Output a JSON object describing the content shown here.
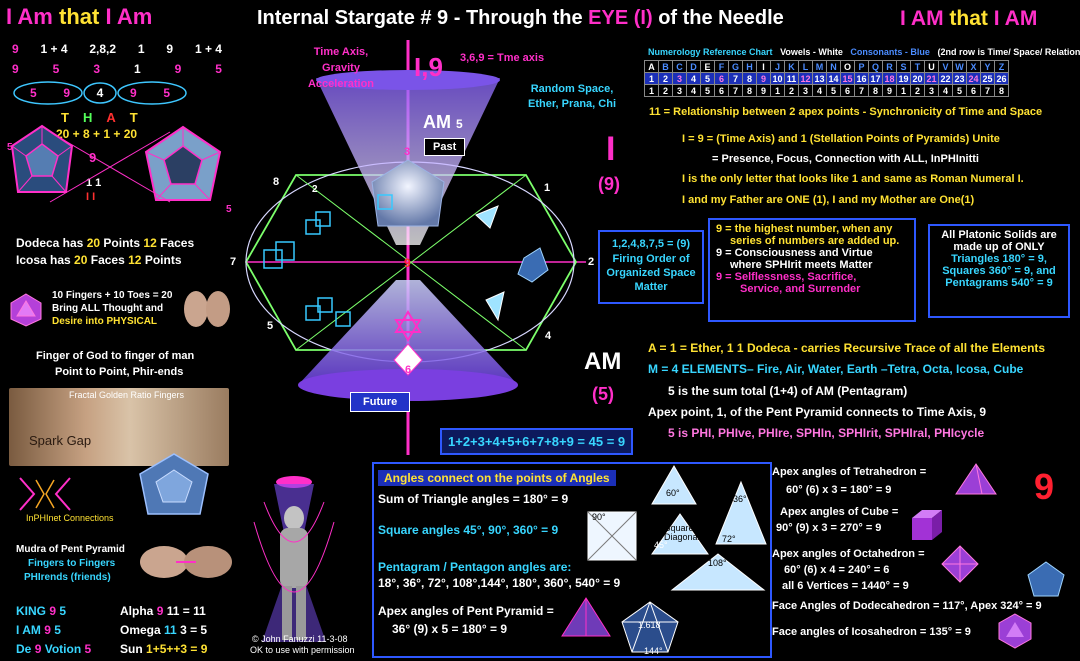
{
  "header": {
    "left_title_i": "I",
    "left_title_am": "Am",
    "left_title_that": "that",
    "left_title_i2": "I",
    "left_title_am2": "Am",
    "main_title_prefix": "Internal Stargate # 9 - Through the",
    "main_title_eye": "EYE (I)",
    "main_title_suffix": "of the Needle",
    "right_title_i": "I",
    "right_title_am": "AM",
    "right_title_that": "that",
    "right_title_i2": "I",
    "right_title_am2": "AM"
  },
  "left_column": {
    "nums_row1": [
      "9",
      "1 + 4",
      "2,8,2",
      "1",
      "9",
      "1 + 4"
    ],
    "nums_row2": [
      "9",
      "5",
      "3",
      "1",
      "9",
      "5"
    ],
    "nums_row3": [
      "5",
      "9",
      "4",
      "9",
      "5"
    ],
    "that_letters": [
      "T",
      "H",
      "A",
      "T"
    ],
    "that_sum": "20 + 8 + 1 + 20",
    "that_nine": "9",
    "that_eleven": "1 1",
    "that_roman": "I I",
    "side5_left": "5",
    "side5_right": "5",
    "dodeca_line": [
      "Dodeca has",
      "20",
      "Points",
      "12",
      "Faces"
    ],
    "icosa_line": [
      "Icosa has",
      "20",
      "Faces",
      "12",
      "Points"
    ],
    "fingers_line1": "10 Fingers + 10 Toes = 20",
    "fingers_line2": "Bring ALL Thought and",
    "fingers_line3": "Desire into PHYSICAL",
    "finger_god1": "Finger of God to finger of man",
    "finger_god2": "Point to Point, Phir-ends",
    "fractal_caption": "Fractal Golden Ratio Fingers",
    "spark_gap": "Spark Gap",
    "inphinet": "InPHInet Connections",
    "mudra1": "Mudra of Pent Pyramid",
    "mudra2": "Fingers to Fingers",
    "mudra3": "PHIrends (friends)",
    "king": [
      "KING",
      "9",
      "5"
    ],
    "iam": [
      "I AM",
      "9",
      "5"
    ],
    "devotion": [
      "De",
      "9",
      "Votion",
      "5"
    ],
    "alpha": [
      "Alpha",
      "9",
      "11 = 11"
    ],
    "omega": [
      "Omega",
      "11",
      "3 = 5"
    ],
    "sun": [
      "Sun",
      "1+5++3 = 9"
    ]
  },
  "center": {
    "time_axis_label": "Time Axis, Gravity Acceleration",
    "i9": "I,9",
    "tme_axis": "3,6,9 = Tme axis",
    "random_space": "Random Space, Ether, Prana, Chi",
    "am5": "AM",
    "am5_num": "5",
    "past": "Past",
    "future": "Future",
    "num3": "3",
    "num6": "6",
    "num9": "9",
    "num8": "8",
    "num1": "1",
    "num7": "7",
    "num5": "5",
    "num2": "2",
    "num4": "4",
    "sq2": "2",
    "big_sum": "1+2+3+4+5+6+7+8+9 = 45 = 9",
    "firing_order": "1,2,4,8,7,5 = (9)",
    "firing_text": "Firing Order of Organized Space Matter",
    "copyright1": "© John Fanuzzi 11-3-08",
    "copyright2": "OK to use with permission"
  },
  "numerology": {
    "title_ref": "Numerology Reference Chart",
    "title_vowels": "Vowels - White",
    "title_consonants": "Consonants - Blue",
    "title_row2": "(2nd row is Time/ Space/ Relations)",
    "letters": [
      "A",
      "B",
      "C",
      "D",
      "E",
      "F",
      "G",
      "H",
      "I",
      "J",
      "K",
      "L",
      "M",
      "N",
      "O",
      "P",
      "Q",
      "R",
      "S",
      "T",
      "U",
      "V",
      "W",
      "X",
      "Y",
      "Z"
    ],
    "row1": [
      "1",
      "2",
      "3",
      "4",
      "5",
      "6",
      "7",
      "8",
      "9",
      "10",
      "11",
      "12",
      "13",
      "14",
      "15",
      "16",
      "17",
      "18",
      "19",
      "20",
      "21",
      "22",
      "23",
      "24",
      "25",
      "26"
    ],
    "row2": [
      "1",
      "2",
      "3",
      "4",
      "5",
      "6",
      "7",
      "8",
      "9",
      "1",
      "2",
      "3",
      "4",
      "5",
      "6",
      "7",
      "8",
      "9",
      "1",
      "2",
      "3",
      "4",
      "5",
      "6",
      "7",
      "8"
    ],
    "relationship": "11 = Relationship between 2 apex points - Synchronicity of Time and Space"
  },
  "right": {
    "big_i": "I",
    "big_i_num": "(9)",
    "line_i9": "I = 9 = (Time Axis) and 1 (Stellation Points of Pyramids) Unite",
    "line_presence": "= Presence, Focus, Connection with ALL, InPHInitti",
    "line_only": "I is the only letter that looks like 1 and same as Roman Numeral I.",
    "line_father": "I and my Father are ONE (1),   I and my Mother are One(1)",
    "nine_box": [
      "9 = the highest number, when any",
      "series of numbers are added up.",
      "9 = Consciousness and Virtue",
      "where SPHIrit meets Matter",
      "9 = Selflessness, Sacrifice,",
      "Service, and Surrender"
    ],
    "platonic_box": [
      "All Platonic Solids are",
      "made up of ONLY",
      "Triangles 180° = 9,",
      "Squares 360° = 9, and",
      "Pentagrams 540° = 9"
    ],
    "am_big": "AM",
    "am_num": "(5)",
    "a_line": "A = 1 = Ether, 1 1  Dodeca - carries Recursive Trace of all the Elements",
    "m_line": "M = 4 ELEMENTS– Fire, Air, Water, Earth –Tetra, Octa, Icosa, Cube",
    "five_line": "5 is the sum total (1+4) of AM (Pentagram)",
    "apex_line": "Apex point, 1, of the Pent Pyramid connects to Time Axis, 9",
    "phi_line": "5 is PHI, PHIve, PHIre, SPHIn, SPHIrit, SPHIral, PHIcycle"
  },
  "angles_box": {
    "title": "Angles connect on the points of Angles",
    "triangle": "Sum of Triangle angles = 180° = 9",
    "square": "Square angles 45°, 90°, 360° = 9",
    "pentagram": "Pentagram / Pentagon angles are:",
    "pent_angles": "18°, 36°, 72°, 108°,144°, 180°, 360°, 540° = 9",
    "apex_pent": "Apex angles of Pent Pyramid =",
    "apex_pent2": "36° (9) x 5 = 180° = 9",
    "tetra1": "Apex angles of Tetrahedron =",
    "tetra2": "60° (6) x 3 = 180° = 9",
    "cube1": "Apex angles of Cube =",
    "cube2": "90° (9) x 3 = 270° = 9",
    "octa1": "Apex angles of Octahedron =",
    "octa2": "60° (6) x 4 = 240° = 6",
    "octa3": "all 6 Vertices = 1440° = 9",
    "dodeca": "Face Angles of Dodecahedron = 117°, Apex 324° = 9",
    "icosa": "Face angles of Icosahedron = 135° = 9",
    "big9": "9",
    "tri_60": "60°",
    "sq_90": "90°",
    "sq_45": "45°",
    "sq_diag": "Square Diagonal",
    "tri_36": "36°",
    "tri_72": "72°",
    "tri_108": "108°",
    "pent_1618": "1.618",
    "pent_144": "144°"
  }
}
